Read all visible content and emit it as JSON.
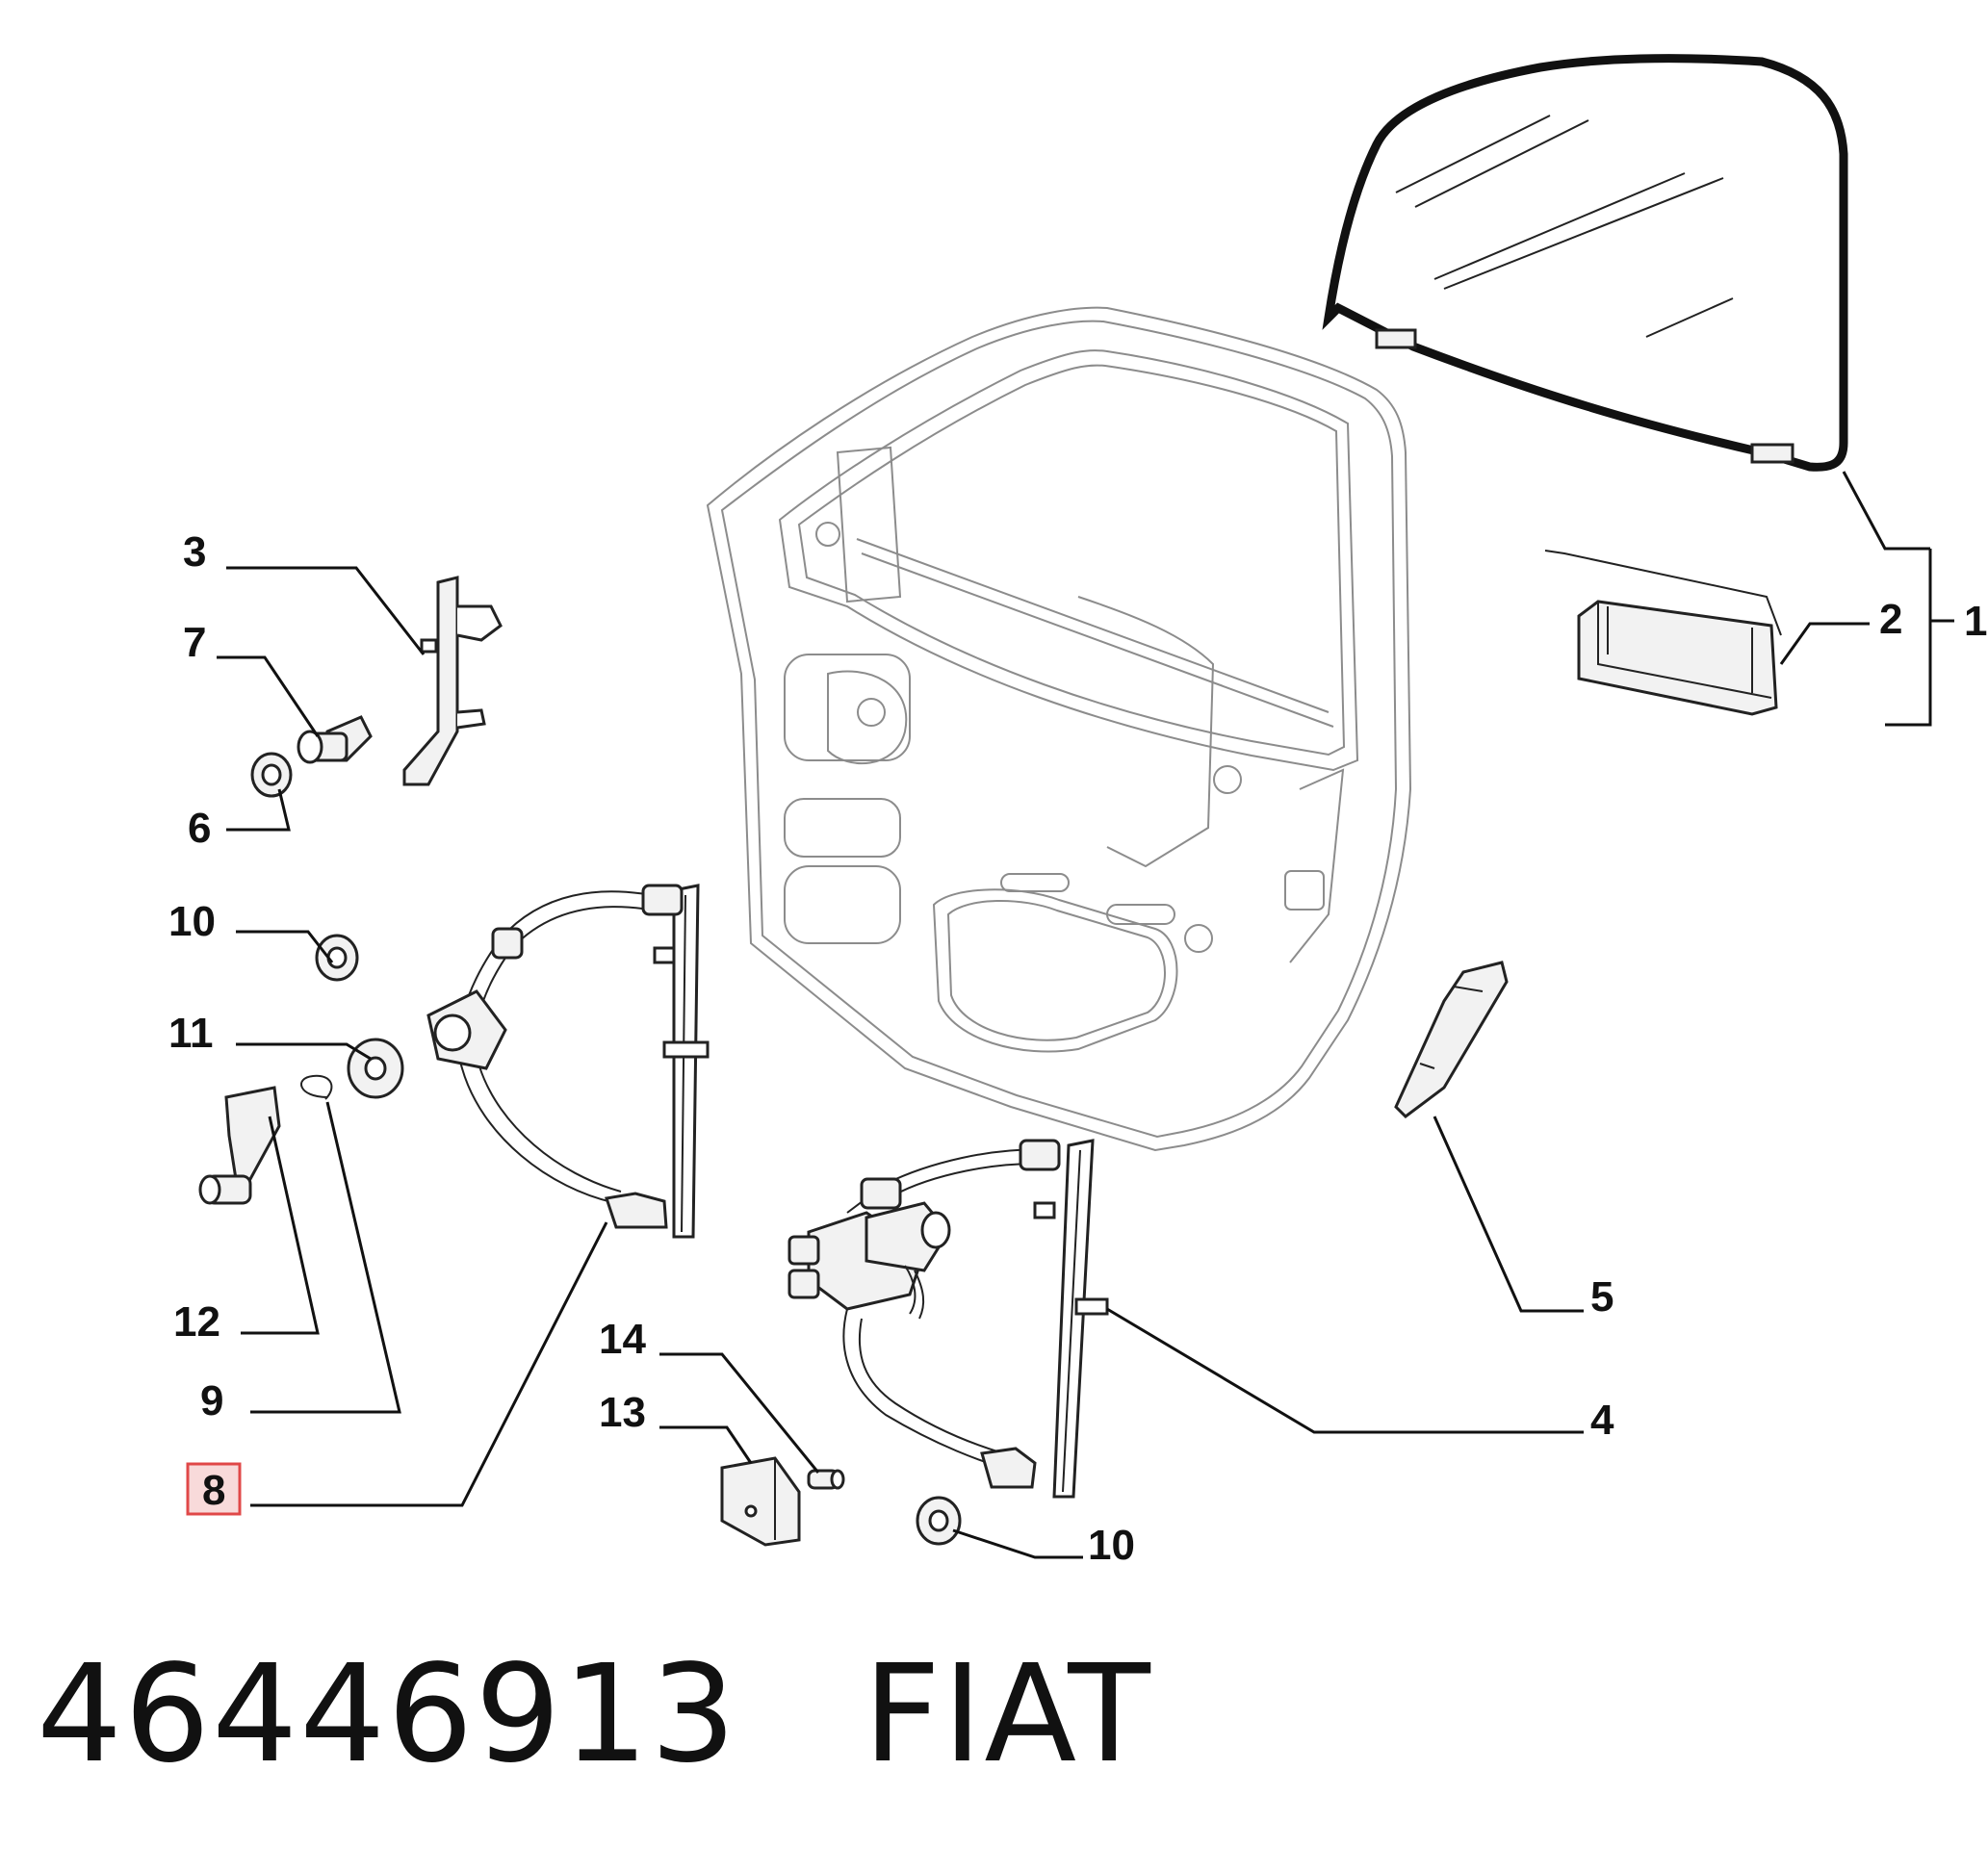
{
  "callouts": {
    "c1": "1",
    "c2": "2",
    "c3": "3",
    "c4": "4",
    "c5": "5",
    "c6": "6",
    "c7": "7",
    "c8": "8",
    "c9": "9",
    "c10a": "10",
    "c10b": "10",
    "c11": "11",
    "c12": "12",
    "c13": "13",
    "c14": "14"
  },
  "highlighted_callout": "8",
  "colors": {
    "highlight_fill": "#f8dada",
    "highlight_border": "#e04848",
    "door_outline": "#8c8c8c",
    "line": "#111111"
  },
  "footer": {
    "part_number": "46446913",
    "brand": "FIAT"
  }
}
